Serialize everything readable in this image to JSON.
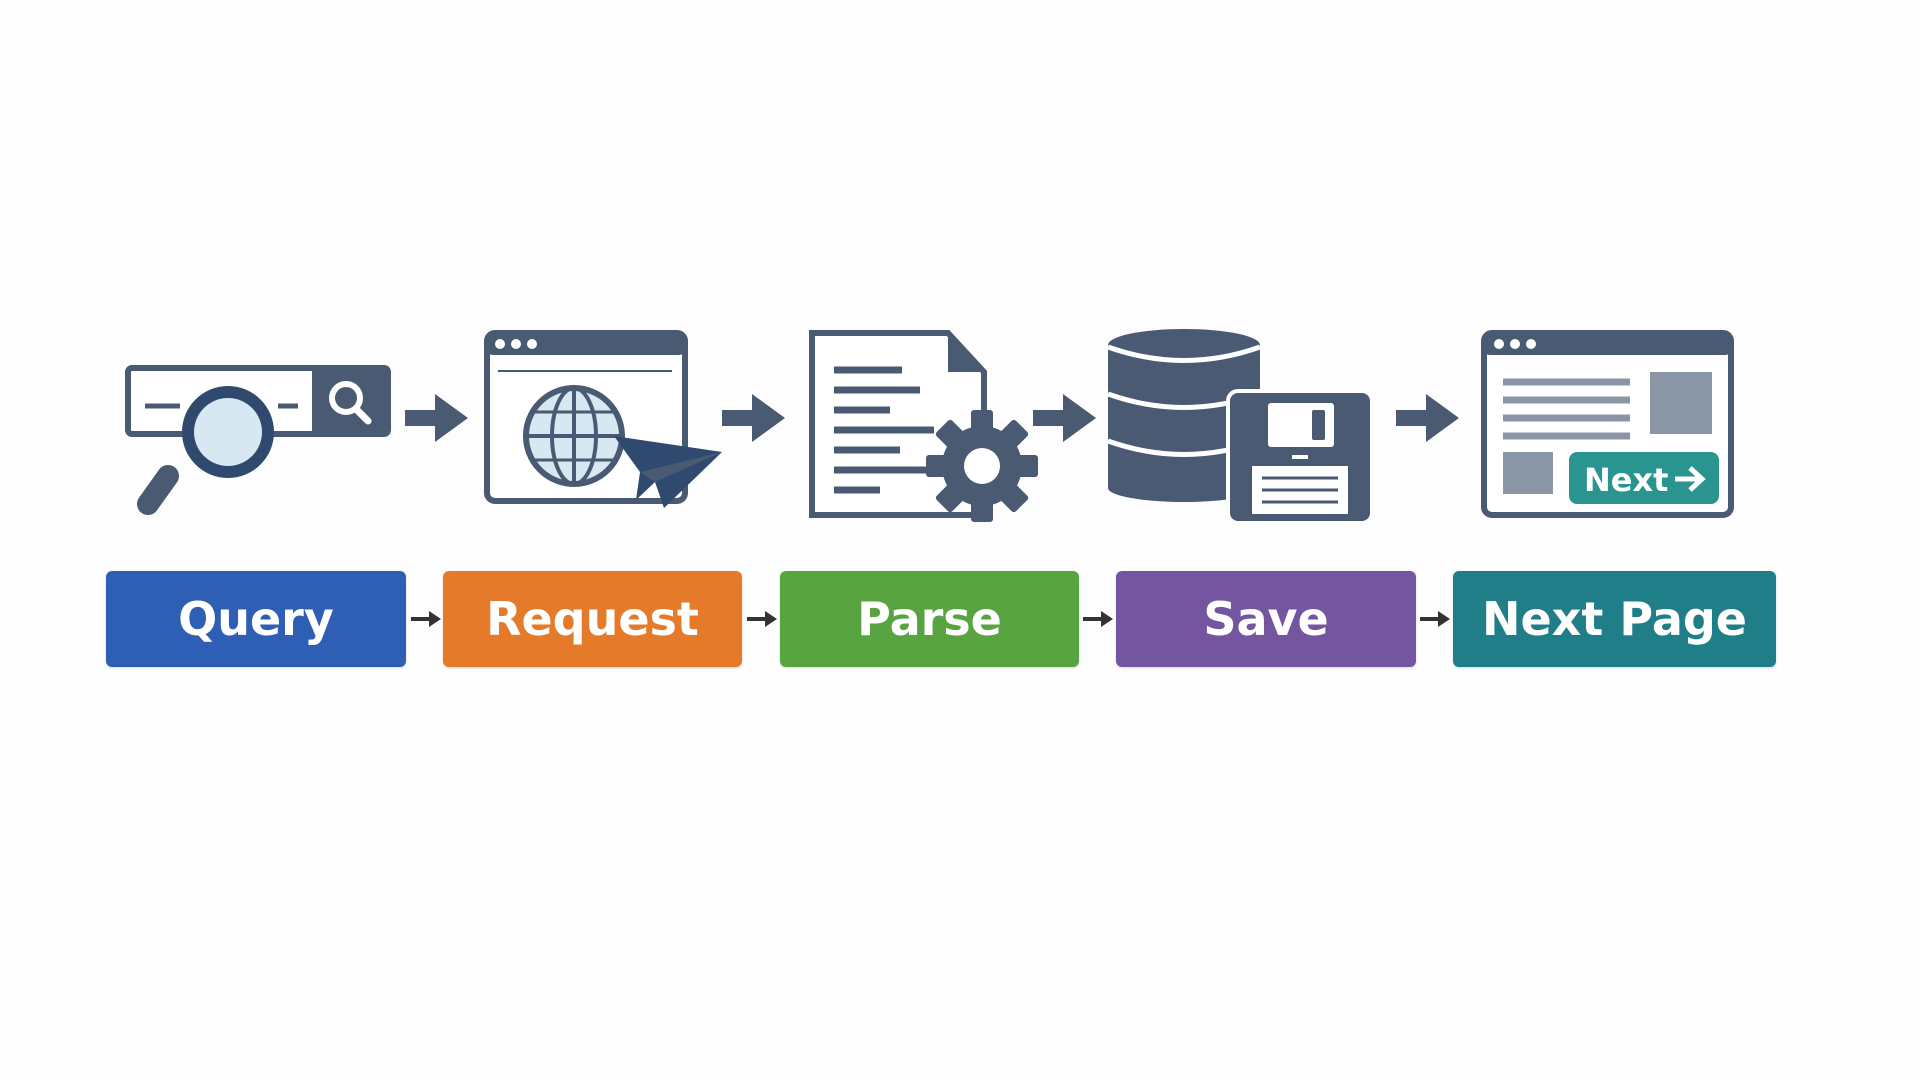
{
  "steps": [
    {
      "label": "Query",
      "color": "#2f5fb4",
      "icon": "search-bar-icon"
    },
    {
      "label": "Request",
      "color": "#e47a2a",
      "icon": "browser-globe-send-icon"
    },
    {
      "label": "Parse",
      "color": "#57a441",
      "icon": "document-gear-icon"
    },
    {
      "label": "Save",
      "color": "#73569f",
      "icon": "database-floppy-icon"
    },
    {
      "label": "Next Page",
      "color": "#1f7e88",
      "icon": "browser-next-icon"
    }
  ],
  "next_button_label": "Next",
  "icon_color": "#4a5a72",
  "accent_teal": "#2a9490"
}
